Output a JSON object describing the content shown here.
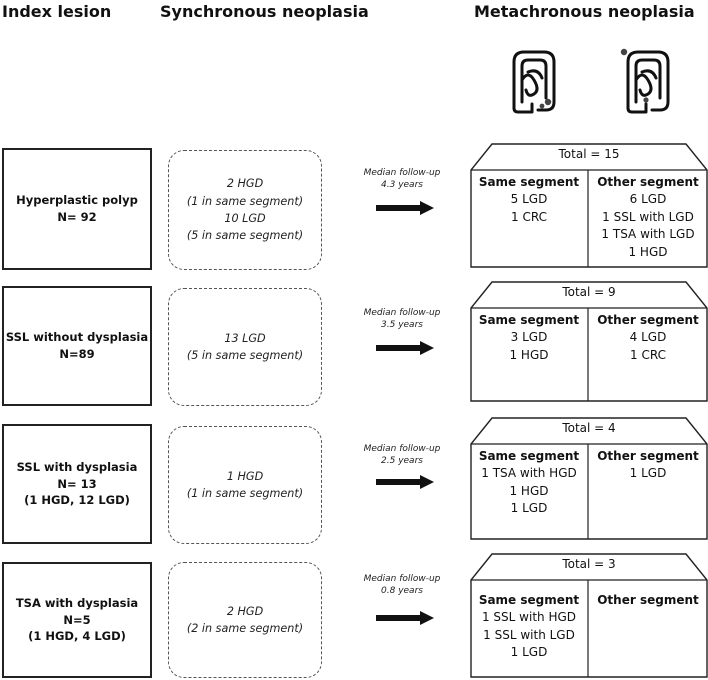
{
  "headers": {
    "index": "Index lesion",
    "synchronous": "Synchronous neoplasia",
    "metachronous": "Metachronous neoplasia"
  },
  "rows": [
    {
      "index": {
        "line1": "Hyperplastic polyp",
        "line2": "N= 92",
        "line3": ""
      },
      "sync": [
        "2 HGD",
        "(1 in same segment)",
        "10 LGD",
        "(5 in same segment)"
      ],
      "followup": {
        "line1": "Median follow-up",
        "line2": "4.3 years"
      },
      "meta": {
        "total": "Total = 15",
        "same_head": "Same segment",
        "same_items": [
          "5 LGD",
          "1 CRC"
        ],
        "other_head": "Other segment",
        "other_items": [
          "6 LGD",
          "1 SSL with LGD",
          "1 TSA with LGD",
          "1 HGD"
        ]
      }
    },
    {
      "index": {
        "line1": "SSL without dysplasia",
        "line2": "N=89",
        "line3": ""
      },
      "sync": [
        "13 LGD",
        "(5 in same segment)"
      ],
      "followup": {
        "line1": "Median follow-up",
        "line2": "3.5 years"
      },
      "meta": {
        "total": "Total = 9",
        "same_head": "Same segment",
        "same_items": [
          "3 LGD",
          "1 HGD"
        ],
        "other_head": "Other segment",
        "other_items": [
          "4 LGD",
          "1 CRC"
        ]
      }
    },
    {
      "index": {
        "line1": "SSL with dysplasia",
        "line2": "N= 13",
        "line3": "(1 HGD, 12 LGD)"
      },
      "sync": [
        "1 HGD",
        "(1 in same segment)"
      ],
      "followup": {
        "line1": "Median follow-up",
        "line2": "2.5 years"
      },
      "meta": {
        "total": "Total = 4",
        "same_head": "Same segment",
        "same_items": [
          "1 TSA with HGD",
          "1 HGD",
          "1 LGD"
        ],
        "other_head": "Other segment",
        "other_items": [
          "1 LGD"
        ]
      }
    },
    {
      "index": {
        "line1": "TSA with dysplasia",
        "line2": "N=5",
        "line3": "(1 HGD, 4 LGD)"
      },
      "sync": [
        "2 HGD",
        "(2 in same segment)"
      ],
      "followup": {
        "line1": "Median follow-up",
        "line2": "0.8 years"
      },
      "meta": {
        "total": "Total = 3",
        "same_head": "Same segment",
        "same_items": [
          "1 SSL with HGD",
          "1 SSL with LGD",
          "1 LGD"
        ],
        "other_head": "Other segment",
        "other_items": []
      }
    }
  ],
  "colors": {
    "line": "#222222",
    "dashed": "#555555",
    "text": "#111111"
  }
}
